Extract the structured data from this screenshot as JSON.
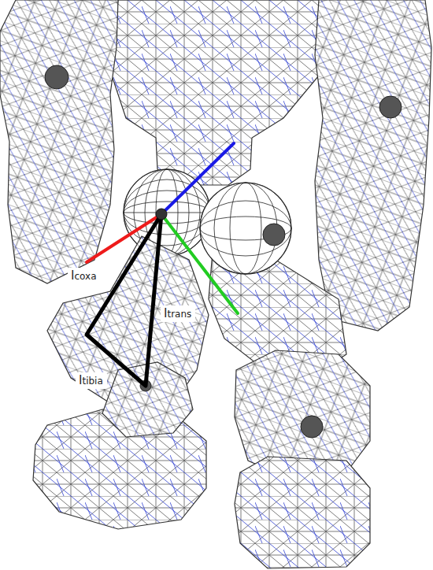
{
  "diagram": {
    "labels": [
      "lcoxa",
      "ltrans",
      "ltibia"
    ]
  }
}
